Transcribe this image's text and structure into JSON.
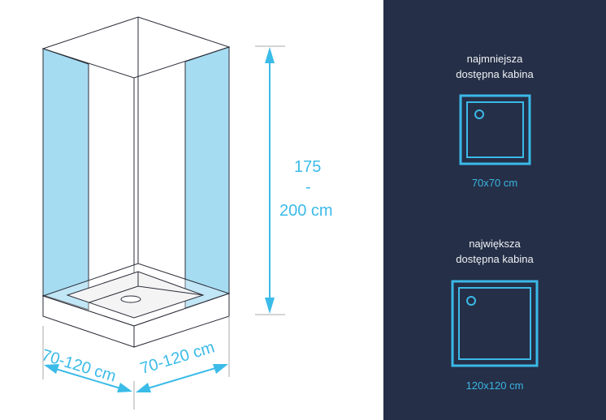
{
  "height_label": {
    "top": "175",
    "sep": "-",
    "bottom": "200 cm"
  },
  "width_labels": {
    "left": "70-120 cm",
    "right": "70-120 cm"
  },
  "options": [
    {
      "caption_line1": "najmniejsza",
      "caption_line2": "dostępna kabina",
      "size": "70x70 cm"
    },
    {
      "caption_line1": "największa",
      "caption_line2": "dostępna kabina",
      "size": "120x120 cm"
    }
  ],
  "colors": {
    "accent": "#3bbbe8",
    "glass": "#a6dcf2",
    "panel": "#252f47",
    "line": "#2a2d38"
  }
}
